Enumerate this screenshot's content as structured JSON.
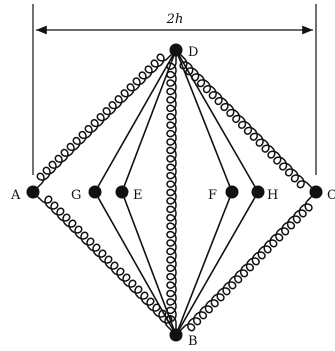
{
  "diagram": {
    "dimension_label": "2h",
    "nodes": [
      {
        "id": "A",
        "label": "A"
      },
      {
        "id": "G",
        "label": "G"
      },
      {
        "id": "E",
        "label": "E"
      },
      {
        "id": "F",
        "label": "F"
      },
      {
        "id": "H",
        "label": "H"
      },
      {
        "id": "C",
        "label": "C"
      },
      {
        "id": "D",
        "label": "D"
      },
      {
        "id": "B",
        "label": "B"
      }
    ],
    "rigid_links": [
      [
        "D",
        "G"
      ],
      [
        "D",
        "E"
      ],
      [
        "D",
        "F"
      ],
      [
        "D",
        "H"
      ],
      [
        "B",
        "G"
      ],
      [
        "B",
        "E"
      ],
      [
        "B",
        "F"
      ],
      [
        "B",
        "H"
      ]
    ],
    "spring_links": [
      [
        "D",
        "A"
      ],
      [
        "D",
        "C"
      ],
      [
        "B",
        "A"
      ],
      [
        "B",
        "C"
      ],
      [
        "D",
        "B"
      ]
    ]
  }
}
